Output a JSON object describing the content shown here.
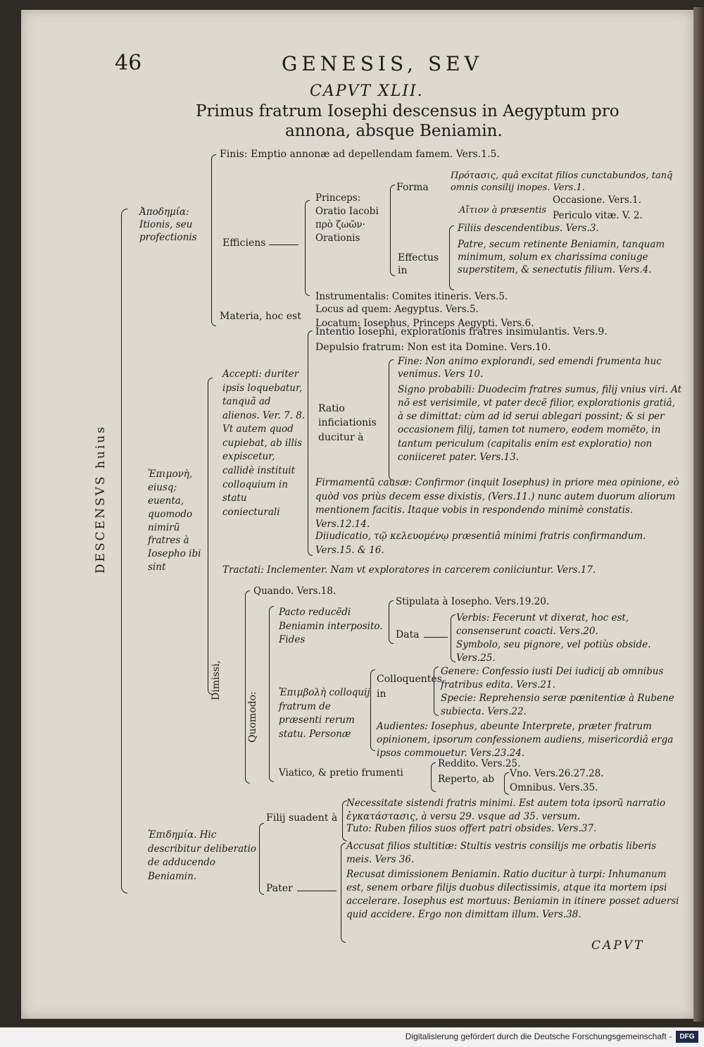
{
  "header": {
    "page_number": "46",
    "running_title": "GENESIS, SEV",
    "chapter": "CAPVT XLII.",
    "title_line1": "Primus fratrum Iosephi descensus in Aegyptum pro",
    "title_line2": "annona, absque Beniamin."
  },
  "side": {
    "descensus": "DESCENSVS huius"
  },
  "apodemia": {
    "label": "Ἀποδημία: Itionis, seu profectionis",
    "finis": "Finis: Emptio annonæ ad depellendam famem. Vers.1.5.",
    "efficiens": "Efficiens",
    "princeps": "Princeps: Oratio Iacobi πρὸ ζωῶν· Orationis",
    "forma": "Forma",
    "forma_a": "Πρότασις, quâ excitat filios cunctabundos, tanq̃ omnis consilij inopes. Vers.1.",
    "aition": "Αἴτιον à præsentis",
    "occasione": "Occasione. Vers.1.",
    "periculo": "Periculo vitæ. V. 2.",
    "effectus": "Effectus in",
    "filiis": "Filiis descendentibus. Vers.3.",
    "patre": "Patre, secum retinente Beniamin, tanquam minimum, solum ex charissima coniuge superstitem, & senectutis filium. Vers.4.",
    "instrumentalis": "Instrumentalis: Comites itineris. Vers.5.",
    "materia": "Materia, hoc est",
    "locus": "Locus ad quem: Aegyptus. Vers.5.",
    "locatum": "Locatum: Iosephus, Princeps Aegypti. Vers.6."
  },
  "epimone": {
    "label": "Ἐπιμονὴ, eiusq; euenta, quomodo nimirũ fratres à Iosepho ibi sint",
    "accepti": "Accepti: duriter ipsis loquebatur, tanquã ad alienos. Ver. 7. 8. Vt autem quod cupiebat, ab illis expiscetur, callidè instituit colloquium in statu coniecturali",
    "intentio": "Intentio Iosephi, explorationis fratres insimulantis. Vers.9.",
    "depulsio": "Depulsio fratrum: Non est ita Domine. Vers.10.",
    "ratio": "Ratio inficiationis ducitur à",
    "fine": "Fine: Non animo explorandi, sed emendi frumenta huc venimus. Vers 10.",
    "signo": "Signo probabili: Duodecim fratres sumus, filij vnius viri. At nõ est verisimile, vt pater decẽ filior, explorationis gratiâ, à se dimittat: cùm ad id serui ablegari possint; & si per occasionem filij, tamen tot numero, eodem momẽto, in tantum periculum (capitalis enim est exploratio) non coniiceret pater. Vers.13.",
    "firmamentum": "Firmamentũ causæ: Confirmor (inquit Iosephus) in priore mea opinione, eò quòd vos priùs decem esse dixistis, (Vers.11.) nunc autem duorum aliorum mentionem facitis. Itaque vobis in respondendo minimè constatis. Vers.12.14.",
    "diiudicatio": "Diiudicatio, τῷ κελευομένῳ præsentiâ minimi fratris confirmandum. Vers.15. & 16.",
    "tractati": "Tractati: Inclementer. Nam vt exploratores in carcerem coniiciuntur. Vers.17.",
    "dimissi": "Dimissi,",
    "quando": "Quando. Vers.18.",
    "quomodo": "Quomodo:",
    "pacto": "Pacto reducẽdi Beniamin interposito. Fides",
    "stipulata": "Stipulata à Iosepho. Vers.19.20.",
    "data": "Data",
    "verbis": "Verbis: Fecerunt vt dixerat, hoc est, consenserunt coacti. Vers.20.",
    "symbolo": "Symbolo, seu pignore, vel potiùs obside. Vers.25.",
    "epimbole": "Ἐπιμβολὴ colloquij fratrum de præsenti rerum statu. Personæ",
    "colloquentes": "Colloquentes in",
    "genere": "Genere: Confessio iusti Dei iudicij ab omnibus fratribus edita. Vers.21.",
    "specie": "Specie: Reprehensio seræ pœnitentiæ à Rubene subiecta. Vers.22.",
    "audientes": "Audientes: Iosephus, abeunte Interprete, præter fratrum opinionem, ipsorum confessionem audiens, misericordiâ erga ipsos commouetur. Vers.23.24.",
    "viatico": "Viatico, & pretio frumenti",
    "reddito": "Reddito. Vers.25.",
    "reperto": "Reperto, ab",
    "vno": "Vno. Vers.26.27.28.",
    "omnibus": "Omnibus. Vers.35."
  },
  "epidemia": {
    "label": "Ἐπιδημία. Hic describitur deliberatio de adducendo Beniamin.",
    "filij": "Filij suadent à",
    "necessitate": "Necessitate sistendi fratris minimi. Est autem tota ipsorũ narratio ἐγκατάστασις, à versu 29. vsque ad 35. versum.",
    "tuto": "Tuto: Ruben filios suos offert patri obsides. Vers.37.",
    "pater": "Pater",
    "accusat": "Accusat filios stultitiæ: Stultis vestris consilijs me orbatis liberis meis. Vers 36.",
    "recusat": "Recusat dimissionem Beniamin. Ratio ducitur à turpi: Inhumanum est, senem orbare filijs duobus dilectissimis, atque ita mortem ipsi accelerare. Iosephus est mortuus: Beniamin in itinere posset aduersi quid accidere. Ergo non dimittam illum. Vers.38."
  },
  "catchword": "CAPVT",
  "footer_text": "Digitalisierung gefördert durch die Deutsche Forschungsgemeinschaft -",
  "footer_logo": "DFG"
}
